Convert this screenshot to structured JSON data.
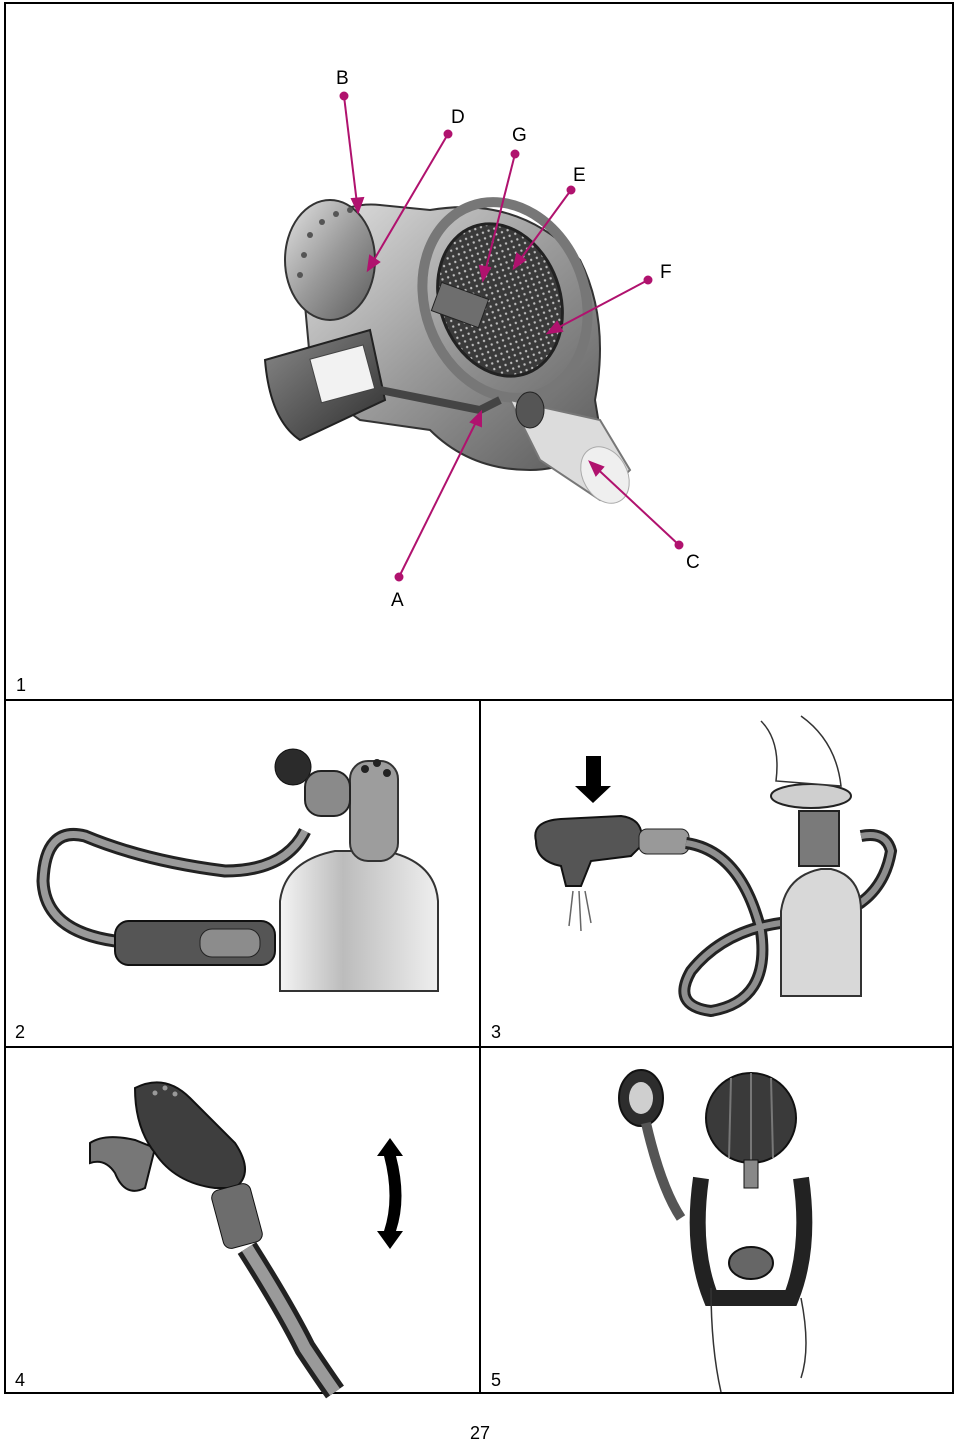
{
  "figure1": {
    "number": "1",
    "callouts": [
      {
        "id": "A",
        "label": "A"
      },
      {
        "id": "B",
        "label": "B"
      },
      {
        "id": "C",
        "label": "C"
      },
      {
        "id": "D",
        "label": "D"
      },
      {
        "id": "E",
        "label": "E"
      },
      {
        "id": "F",
        "label": "F"
      },
      {
        "id": "G",
        "label": "G"
      }
    ],
    "callout_color": "#b0126e"
  },
  "figure2": {
    "number": "2"
  },
  "figure3": {
    "number": "3"
  },
  "figure4": {
    "number": "4"
  },
  "figure5": {
    "number": "5"
  },
  "page_number": "27"
}
